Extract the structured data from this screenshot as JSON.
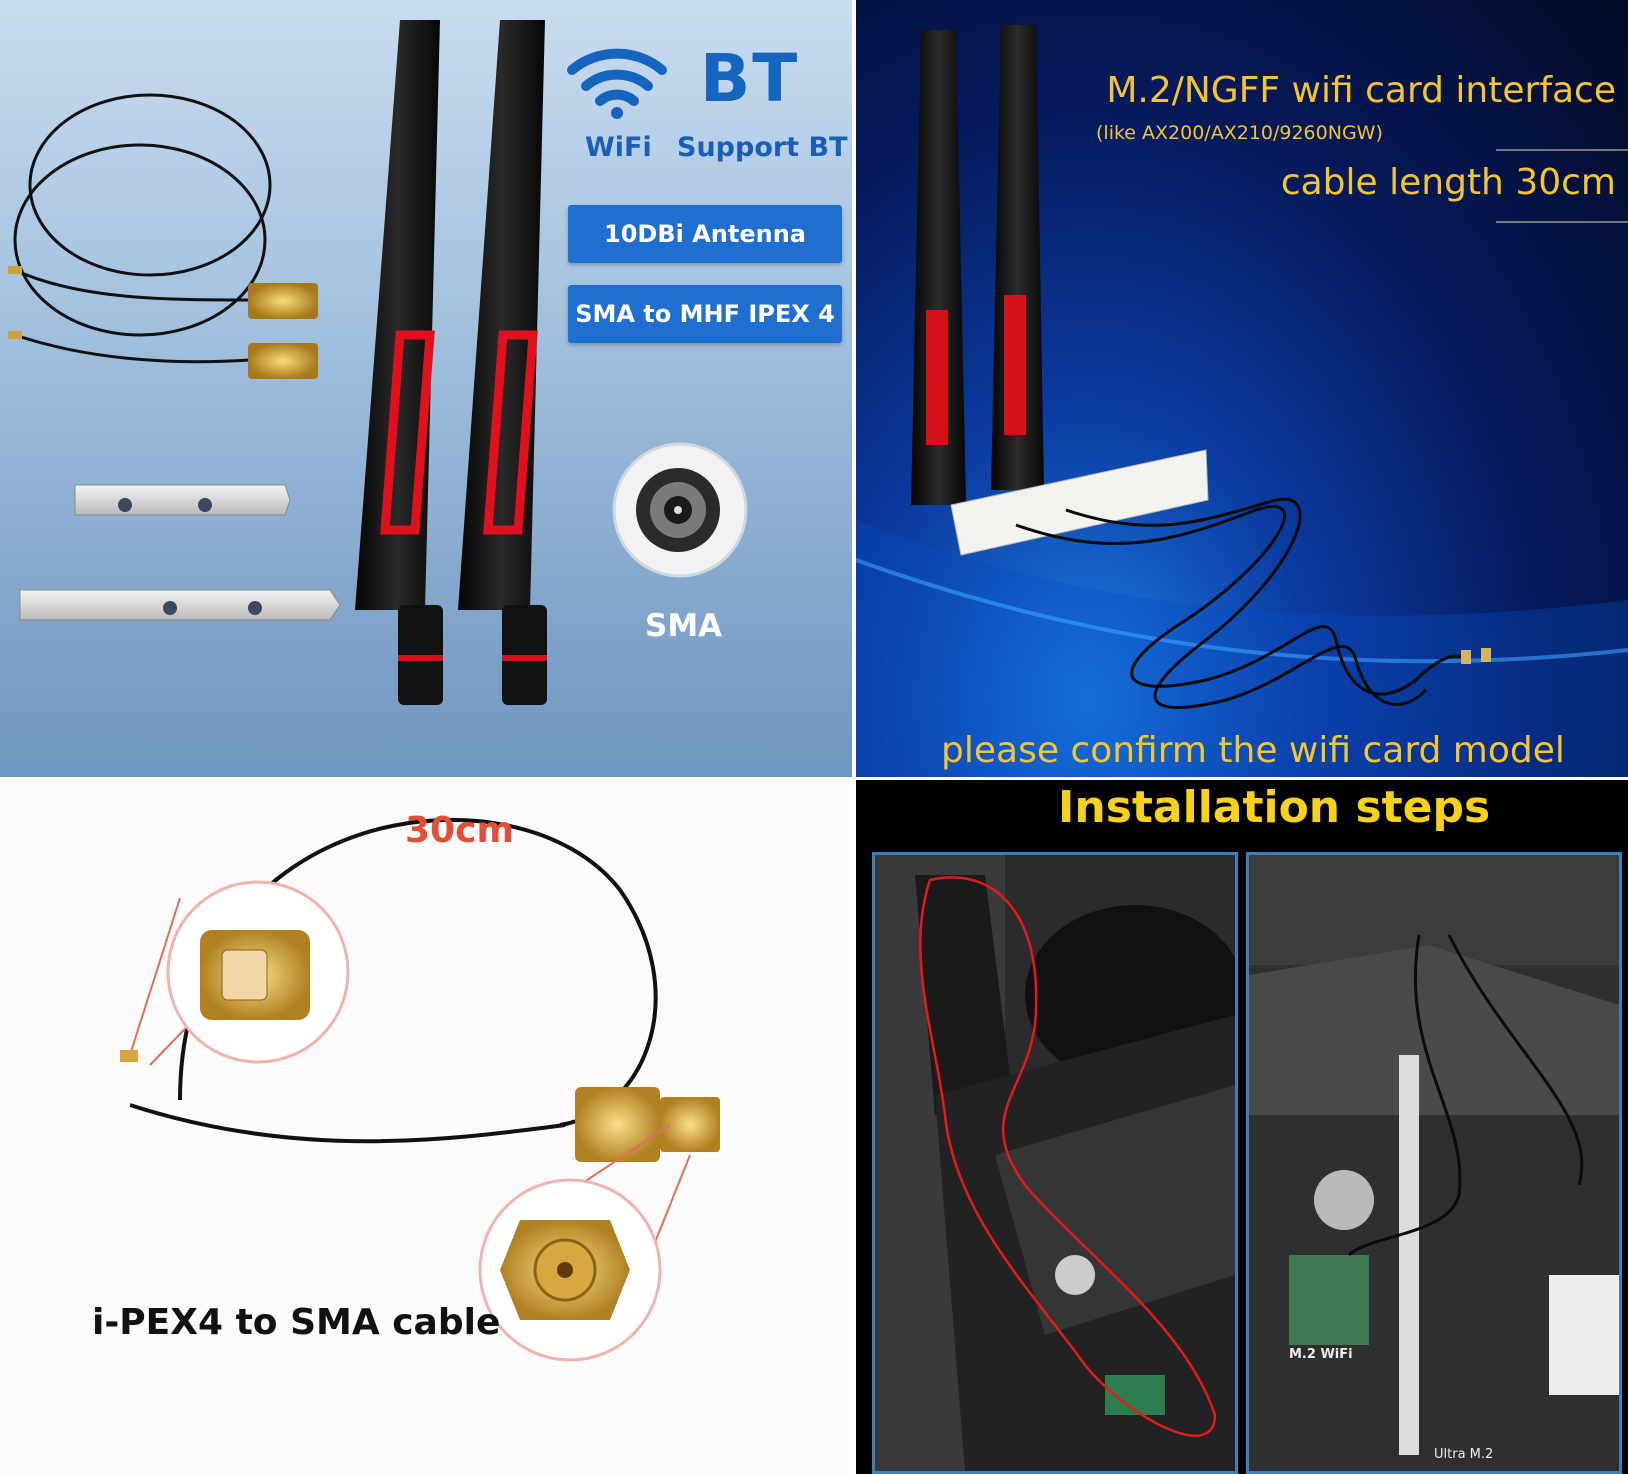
{
  "top_left": {
    "wifi_label": "WiFi",
    "bt_logo": "BT",
    "bt_label": "Support BT",
    "antenna_badge": "10DBi Antenna",
    "connector_badge": "SMA to MHF IPEX 4",
    "sma_label": "SMA"
  },
  "top_right": {
    "interface_title": "M.2/NGFF wifi card interface",
    "compat_note": "(like AX200/AX210/9260NGW)",
    "cable_length": "cable length 30cm",
    "confirm_note": "please confirm the wifi card model"
  },
  "bottom_left": {
    "length_label": "30cm",
    "cable_title": "i-PEX4 to SMA cable"
  },
  "bottom_right": {
    "title": "Installation steps",
    "board_text_1": "M.2 WiFi",
    "board_text_2": "Ultra M.2"
  },
  "colors": {
    "accent_blue": "#1e6fcf",
    "gold_text": "#f4c431",
    "length_red": "#e04f37",
    "install_yellow": "#f6d21a"
  }
}
